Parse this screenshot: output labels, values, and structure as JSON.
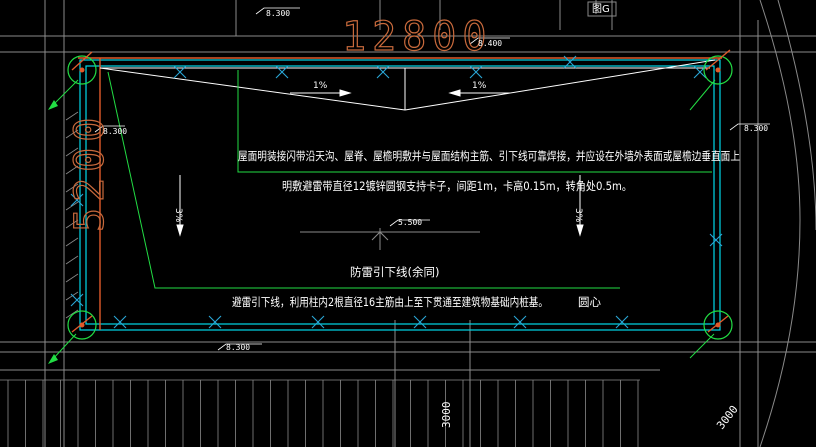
{
  "dimensions": {
    "top_length": "12800",
    "side_length": "5200",
    "bottom_right": "3000",
    "corner_right": "3000"
  },
  "elevations": {
    "top_left": "8.300",
    "top_mid": "8.400",
    "left_mid": "8.300",
    "right_mid": "8.300",
    "center": "5.500",
    "bottom_left": "8.300"
  },
  "slopes": {
    "top_left": "1%",
    "top_right": "1%",
    "left": "3%",
    "right": "3%"
  },
  "notes": {
    "line1": "屋面明装接闪带沿天沟、屋脊、屋檐明敷并与屋面结构主筋、引下线可靠焊接，并应设在外墙外表面或屋檐边垂直面上",
    "line2": "明敷避雷带直径12镀锌圆钢支持卡子，间距1m，卡高0.15m，转角处0.5m。",
    "downlead_title": "防雷引下线(余同)",
    "downlead_desc": "避雷引下线，利用柱内2根直径16主筋由上至下贯通至建筑物基础内桩基。",
    "circle_label": "圆心",
    "top_tag": "图G"
  },
  "colors": {
    "background": "#000000",
    "lightning_band": "#e05a2a",
    "roof_outline": "#00d8e8",
    "leader": "#22dd44",
    "grid": "#8a8a8a",
    "text": "#ffffff",
    "cross": "#2aa8d8"
  }
}
